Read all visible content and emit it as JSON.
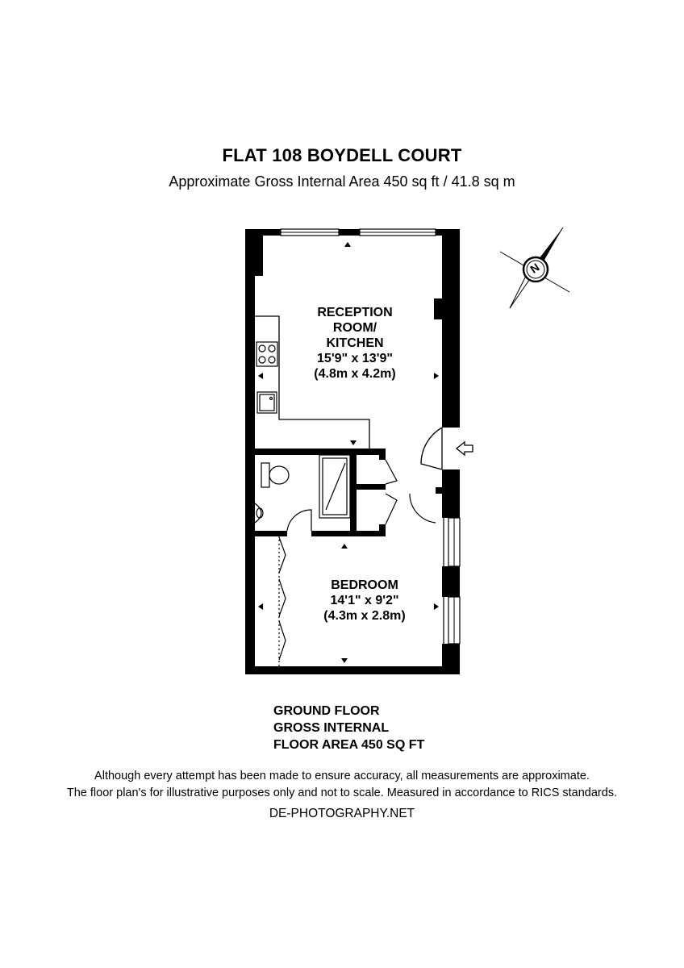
{
  "header": {
    "title": "FLAT 108 BOYDELL COURT",
    "subtitle": "Approximate Gross Internal Area 450 sq ft / 41.8 sq m"
  },
  "rooms": {
    "reception": {
      "name_lines": [
        "RECEPTION",
        "ROOM/",
        "KITCHEN"
      ],
      "dimensions_imperial": "15'9\" x 13'9\"",
      "dimensions_metric": "(4.8m x 4.2m)"
    },
    "bedroom": {
      "name": "BEDROOM",
      "dimensions_imperial": "14'1\" x 9'2\"",
      "dimensions_metric": "(4.3m x 2.8m)"
    }
  },
  "compass": {
    "label": "N",
    "icon": "north-arrow-icon"
  },
  "floor_info": {
    "line1": "GROUND FLOOR",
    "line2": "GROSS INTERNAL",
    "line3": "FLOOR AREA 450 SQ FT"
  },
  "footer": {
    "disclaimer_line1": "Although every attempt has been made to ensure accuracy, all measurements are approximate.",
    "disclaimer_line2": "The floor plan's for illustrative purposes only and not to scale. Measured in accordance to RICS standards.",
    "credit": "DE-PHOTOGRAPHY.NET"
  },
  "colors": {
    "wall": "#000000",
    "background": "#ffffff",
    "fixture_stroke": "#000000"
  }
}
